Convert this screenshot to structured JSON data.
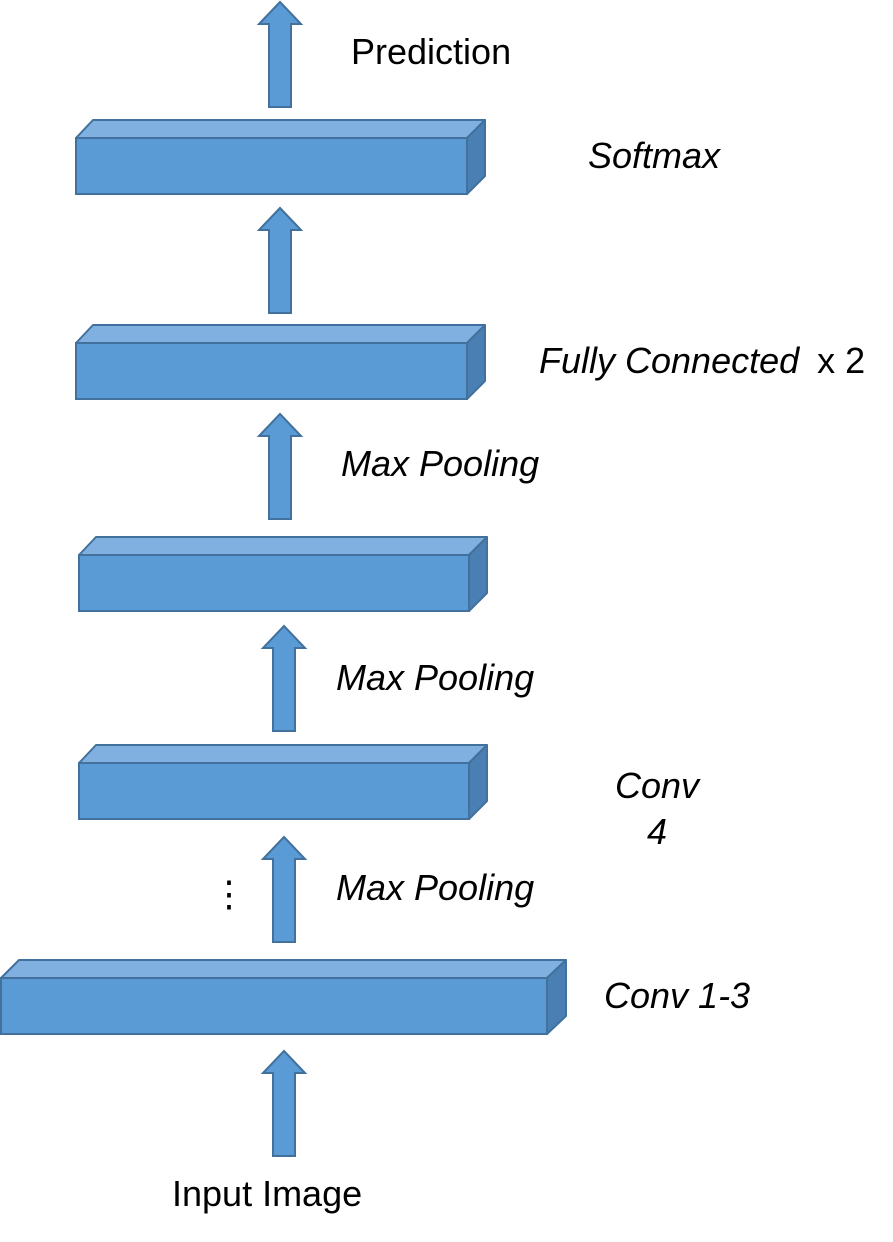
{
  "diagram": {
    "colors": {
      "block_front": "#5b9bd5",
      "block_top": "#7fb0df",
      "block_side": "#4a7fb3",
      "block_stroke": "#41719c",
      "arrow_fill": "#5b9bd5",
      "arrow_stroke": "#41719c",
      "text": "#000000"
    },
    "output_label": "Prediction",
    "input_label": "Input Image",
    "layers": {
      "softmax": "Softmax",
      "fully_connected": "Fully Connected",
      "fully_connected_repeat": "x 2",
      "conv4_line1": "Conv",
      "conv4_line2": "4",
      "conv1_3": "Conv 1-3"
    },
    "operations": {
      "pool_upper": "Max Pooling",
      "pool_middle": "Max Pooling",
      "pool_lower": "Max Pooling"
    },
    "ellipsis": "⋮"
  }
}
